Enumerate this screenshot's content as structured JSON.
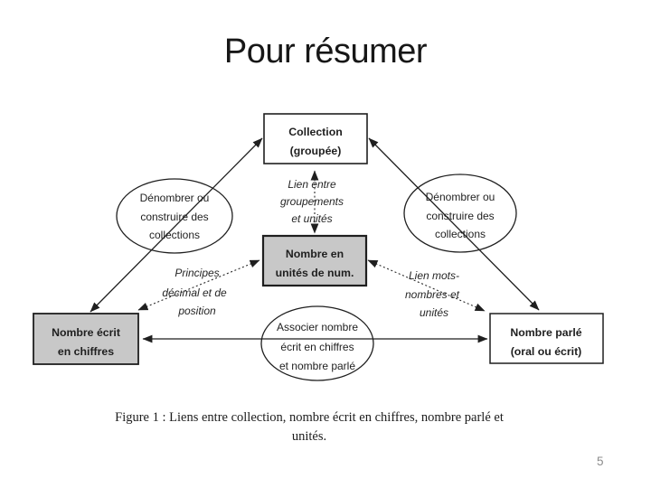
{
  "slide": {
    "title": "Pour résumer",
    "page_number": "5"
  },
  "colors": {
    "node_gray": "#c8c8c8",
    "node_white": "#ffffff",
    "ink": "#1f1f1f"
  },
  "nodes": {
    "collection": {
      "line1": "Collection",
      "line2": "(groupée)"
    },
    "nombre_unites": {
      "line1": "Nombre en",
      "line2": "unités de num."
    },
    "nombre_ecrit": {
      "line1": "Nombre écrit",
      "line2": "en chiffres"
    },
    "nombre_parle": {
      "line1": "Nombre parlé",
      "line2": "(oral ou écrit)"
    },
    "denombrer_gauche": {
      "line1": "Dénombrer ou",
      "line2": "construire des",
      "line3": "collections"
    },
    "denombrer_droite": {
      "line1": "Dénombrer ou",
      "line2": "construire des",
      "line3": "collections"
    },
    "associer": {
      "line1": "Associer nombre",
      "line2": "écrit en chiffres",
      "line3": "et nombre parlé"
    }
  },
  "edge_labels": {
    "lien_groupements": {
      "line1": "Lien entre",
      "line2": "groupements",
      "line3": "et unités"
    },
    "principes": {
      "line1": "Principes",
      "line2": "décimal et de",
      "line3": "position"
    },
    "lien_mots": {
      "line1": "Lien mots-",
      "line2": "nombres et",
      "line3": "unités"
    }
  },
  "caption": {
    "line1": "Figure 1 : Liens entre collection, nombre écrit en chiffres, nombre parlé et",
    "line2": "unités."
  }
}
